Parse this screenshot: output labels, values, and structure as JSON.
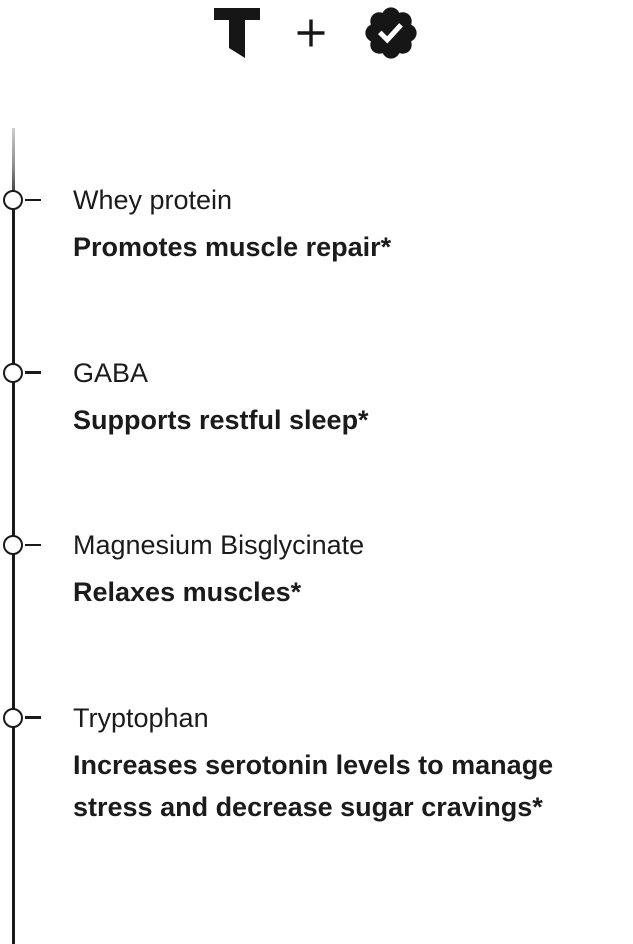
{
  "header": {
    "brand_letter": "T",
    "plus_sign": "+",
    "badge_name": "verified-check-badge",
    "logo_color": "#161616"
  },
  "timeline": {
    "line_color_top": "#cccccc",
    "line_color": "#1a1a1a",
    "node_fill": "#ffffff",
    "node_border": "#1a1a1a",
    "items": [
      {
        "name": "Whey protein",
        "benefit": "Promotes muscle repair*"
      },
      {
        "name": "GABA",
        "benefit": "Supports restful sleep*"
      },
      {
        "name": "Magnesium Bisglycinate",
        "benefit": "Relaxes muscles*"
      },
      {
        "name": "Tryptophan",
        "benefit": "Increases serotonin levels to manage stress and decrease sugar cravings*"
      }
    ]
  }
}
